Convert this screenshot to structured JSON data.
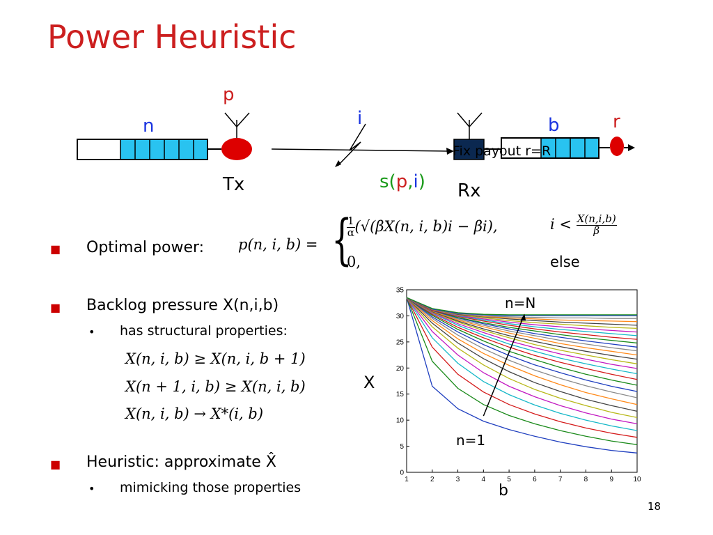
{
  "slide": {
    "title": "Power Heuristic",
    "page_number": "18"
  },
  "diagram": {
    "label_p": "p",
    "label_n": "n",
    "label_i": "i",
    "label_b": "b",
    "label_r": "r",
    "label_tx": "Tx",
    "label_rx": "Rx",
    "label_s": "s(",
    "label_s_p": "p",
    "label_s_comma": ",",
    "label_s_i": "i",
    "label_s_close": ")",
    "overlay_text": "Fix payout r=R",
    "colors": {
      "queue_fill": "#29c3f0",
      "node_fill": "#dd0000",
      "rx_box": "#0b2850",
      "label_blue": "#1a34e0",
      "label_red": "#cc1f1f",
      "label_green": "#1a9a1a"
    }
  },
  "bullets": {
    "b1": "Optimal power:",
    "b2": "Backlog pressure X(n,i,b)",
    "b2_sub": "has structural properties:",
    "b3": "Heuristic: approximate X̂",
    "b3_sub": "mimicking those properties"
  },
  "formula": {
    "lhs": "p(n, i, b) =",
    "case1_expr": "(√(βX(n, i, b)i − βi),",
    "case1_frac_num": "1",
    "case1_frac_den": "α",
    "case1_cond": "i <",
    "case1_cond_num": "X(n,i,b)",
    "case1_cond_den": "β",
    "case2_val": "0,",
    "case2_cond": "else"
  },
  "properties": {
    "p1": "X(n, i, b) ≥ X(n, i, b + 1)",
    "p2": "X(n + 1, i, b) ≥ X(n, i, b)",
    "p3": "X(n, i, b) → X*(i, b)"
  },
  "chart_labels": {
    "ylabel": "X",
    "xlabel": "b",
    "annotation_top": "n=N",
    "annotation_bottom": "n=1"
  },
  "chart_data": {
    "type": "line",
    "x": [
      1,
      2,
      3,
      4,
      5,
      6,
      7,
      8,
      9,
      10
    ],
    "xlim": [
      1,
      10
    ],
    "ylim": [
      0,
      35
    ],
    "xticks": [
      1,
      2,
      3,
      4,
      5,
      6,
      7,
      8,
      9,
      10
    ],
    "yticks": [
      0,
      5,
      10,
      15,
      20,
      25,
      30,
      35
    ],
    "grid": false,
    "xlabel": "b",
    "ylabel": "X",
    "annotations": [
      "n=N",
      "n=1"
    ],
    "series": [
      {
        "color": "#1f3fbf",
        "values": [
          33.5,
          16.5,
          12.2,
          9.8,
          8.2,
          6.9,
          5.8,
          4.9,
          4.2,
          3.7
        ]
      },
      {
        "color": "#1a8a1a",
        "values": [
          33.5,
          21.3,
          16.1,
          13.0,
          10.9,
          9.3,
          8.0,
          6.9,
          6.0,
          5.3
        ]
      },
      {
        "color": "#d41a1a",
        "values": [
          33.5,
          24.0,
          18.8,
          15.4,
          13.0,
          11.2,
          9.7,
          8.5,
          7.5,
          6.7
        ]
      },
      {
        "color": "#16b8c8",
        "values": [
          33.5,
          25.8,
          20.9,
          17.4,
          14.9,
          12.9,
          11.3,
          10.0,
          8.9,
          8.0
        ]
      },
      {
        "color": "#c21ac2",
        "values": [
          33.5,
          27.0,
          22.5,
          19.1,
          16.5,
          14.5,
          12.8,
          11.4,
          10.2,
          9.3
        ]
      },
      {
        "color": "#b8b81a",
        "values": [
          33.5,
          27.9,
          23.8,
          20.6,
          18.0,
          15.9,
          14.2,
          12.8,
          11.5,
          10.5
        ]
      },
      {
        "color": "#444444",
        "values": [
          33.5,
          28.6,
          24.8,
          21.8,
          19.3,
          17.2,
          15.5,
          14.0,
          12.8,
          11.7
        ]
      },
      {
        "color": "#ff8a1a",
        "values": [
          33.5,
          29.1,
          25.6,
          22.8,
          20.5,
          18.5,
          16.8,
          15.3,
          14.1,
          13.0
        ]
      },
      {
        "color": "#8a8a8a",
        "values": [
          33.5,
          29.5,
          26.3,
          23.7,
          21.5,
          19.6,
          18.0,
          16.6,
          15.4,
          14.3
        ]
      },
      {
        "color": "#1f3fbf",
        "values": [
          33.5,
          29.8,
          26.9,
          24.5,
          22.4,
          20.6,
          19.1,
          17.7,
          16.5,
          15.5
        ]
      },
      {
        "color": "#1a8a1a",
        "values": [
          33.5,
          30.1,
          27.4,
          25.2,
          23.2,
          21.6,
          20.1,
          18.8,
          17.7,
          16.7
        ]
      },
      {
        "color": "#d41a1a",
        "values": [
          33.5,
          30.3,
          27.8,
          25.8,
          24.0,
          22.4,
          21.1,
          19.9,
          18.8,
          17.8
        ]
      },
      {
        "color": "#16b8c8",
        "values": [
          33.5,
          30.5,
          28.2,
          26.3,
          24.6,
          23.2,
          21.9,
          20.8,
          19.8,
          18.9
        ]
      },
      {
        "color": "#c21ac2",
        "values": [
          33.5,
          30.6,
          28.5,
          26.8,
          25.2,
          23.9,
          22.7,
          21.7,
          20.7,
          19.9
        ]
      },
      {
        "color": "#b8b81a",
        "values": [
          33.5,
          30.7,
          28.8,
          27.2,
          25.8,
          24.5,
          23.4,
          22.5,
          21.6,
          20.8
        ]
      },
      {
        "color": "#444444",
        "values": [
          33.5,
          30.8,
          29.0,
          27.5,
          26.2,
          25.1,
          24.1,
          23.2,
          22.4,
          21.7
        ]
      },
      {
        "color": "#ff8a1a",
        "values": [
          33.5,
          30.9,
          29.2,
          27.9,
          26.7,
          25.7,
          24.7,
          23.9,
          23.2,
          22.5
        ]
      },
      {
        "color": "#8a8a8a",
        "values": [
          33.5,
          31.0,
          29.4,
          28.2,
          27.1,
          26.2,
          25.3,
          24.6,
          23.9,
          23.3
        ]
      },
      {
        "color": "#1f3fbf",
        "values": [
          33.5,
          31.0,
          29.6,
          28.5,
          27.5,
          26.6,
          25.9,
          25.2,
          24.6,
          24.0
        ]
      },
      {
        "color": "#1a8a1a",
        "values": [
          33.5,
          31.1,
          29.7,
          28.7,
          27.8,
          27.1,
          26.4,
          25.8,
          25.3,
          24.8
        ]
      },
      {
        "color": "#d41a1a",
        "values": [
          33.5,
          31.1,
          29.9,
          29.0,
          28.2,
          27.5,
          26.9,
          26.4,
          25.9,
          25.5
        ]
      },
      {
        "color": "#16b8c8",
        "values": [
          33.5,
          31.2,
          30.0,
          29.2,
          28.5,
          27.9,
          27.4,
          27.0,
          26.6,
          26.2
        ]
      },
      {
        "color": "#c21ac2",
        "values": [
          33.5,
          31.2,
          30.1,
          29.4,
          28.8,
          28.3,
          27.9,
          27.5,
          27.2,
          26.9
        ]
      },
      {
        "color": "#b8b81a",
        "values": [
          33.5,
          31.2,
          30.2,
          29.6,
          29.1,
          28.7,
          28.4,
          28.1,
          27.8,
          27.6
        ]
      },
      {
        "color": "#444444",
        "values": [
          33.5,
          31.3,
          30.3,
          29.8,
          29.4,
          29.1,
          28.8,
          28.6,
          28.4,
          28.2
        ]
      },
      {
        "color": "#ff8a1a",
        "values": [
          33.5,
          31.3,
          30.4,
          29.9,
          29.6,
          29.4,
          29.2,
          29.1,
          29.0,
          28.9
        ]
      },
      {
        "color": "#8a8a8a",
        "values": [
          33.5,
          31.3,
          30.4,
          30.0,
          29.8,
          29.7,
          29.6,
          29.6,
          29.5,
          29.5
        ]
      },
      {
        "color": "#1f3fbf",
        "values": [
          33.5,
          31.3,
          30.5,
          30.2,
          30.0,
          30.0,
          30.0,
          30.0,
          30.0,
          30.0
        ]
      },
      {
        "color": "#1a8a1a",
        "values": [
          33.5,
          31.4,
          30.6,
          30.3,
          30.2,
          30.2,
          30.2,
          30.2,
          30.2,
          30.2
        ]
      }
    ]
  }
}
